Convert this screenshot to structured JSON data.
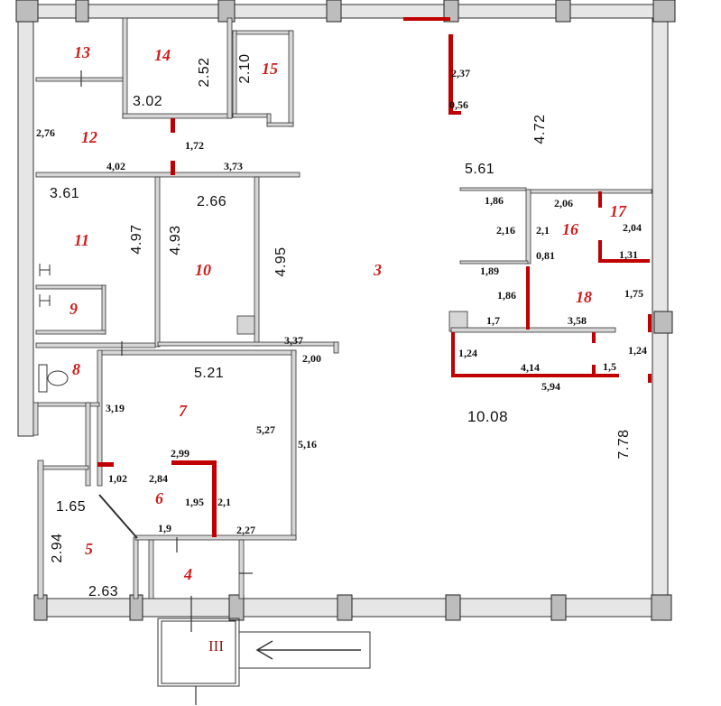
{
  "rooms": {
    "r3": "3",
    "r4": "4",
    "r5": "5",
    "r6": "6",
    "r7": "7",
    "r8": "8",
    "r9": "9",
    "r10": "10",
    "r11": "11",
    "r12": "12",
    "r13": "13",
    "r14": "14",
    "r15": "15",
    "r16": "16",
    "r17": "17",
    "r18": "18"
  },
  "entrance": {
    "label": "III"
  },
  "dimensions": [
    "2,37",
    "0,56",
    "4.72",
    "5.61",
    "2,76",
    "3.02",
    "2.52",
    "2.10",
    "1,72",
    "4,02",
    "3,73",
    "3.61",
    "2.66",
    "4.97",
    "4.93",
    "4.95",
    "1,86",
    "2,06",
    "2,16",
    "2,1",
    "2,04",
    "0,81",
    "1,31",
    "1,89",
    "1,86",
    "1,75",
    "1,7",
    "3,58",
    "1,24",
    "4,14",
    "1,5",
    "1,24",
    "5,94",
    "10.08",
    "7.78",
    "3,37",
    "2,00",
    "5.21",
    "3,19",
    "5,27",
    "5,16",
    "2,99",
    "1,02",
    "2,84",
    "1,95",
    "2,1",
    "1.65",
    "1,9",
    "2,27",
    "2.94",
    "2.63"
  ],
  "colors": {
    "background": "#ffffff",
    "wall_fill": "#d6d6d6",
    "outer_wall_fill": "#e6e6e6",
    "pillar_fill": "#bdbdbd",
    "wall_stroke": "#333333",
    "accent": "#c00000",
    "room_label": "#d01c1c",
    "entrance_label": "#8b1a1a"
  },
  "icons": {
    "entrance_arrow": "arrow-left-icon",
    "toilet": "toilet-icon",
    "sink": "sink-icon"
  }
}
